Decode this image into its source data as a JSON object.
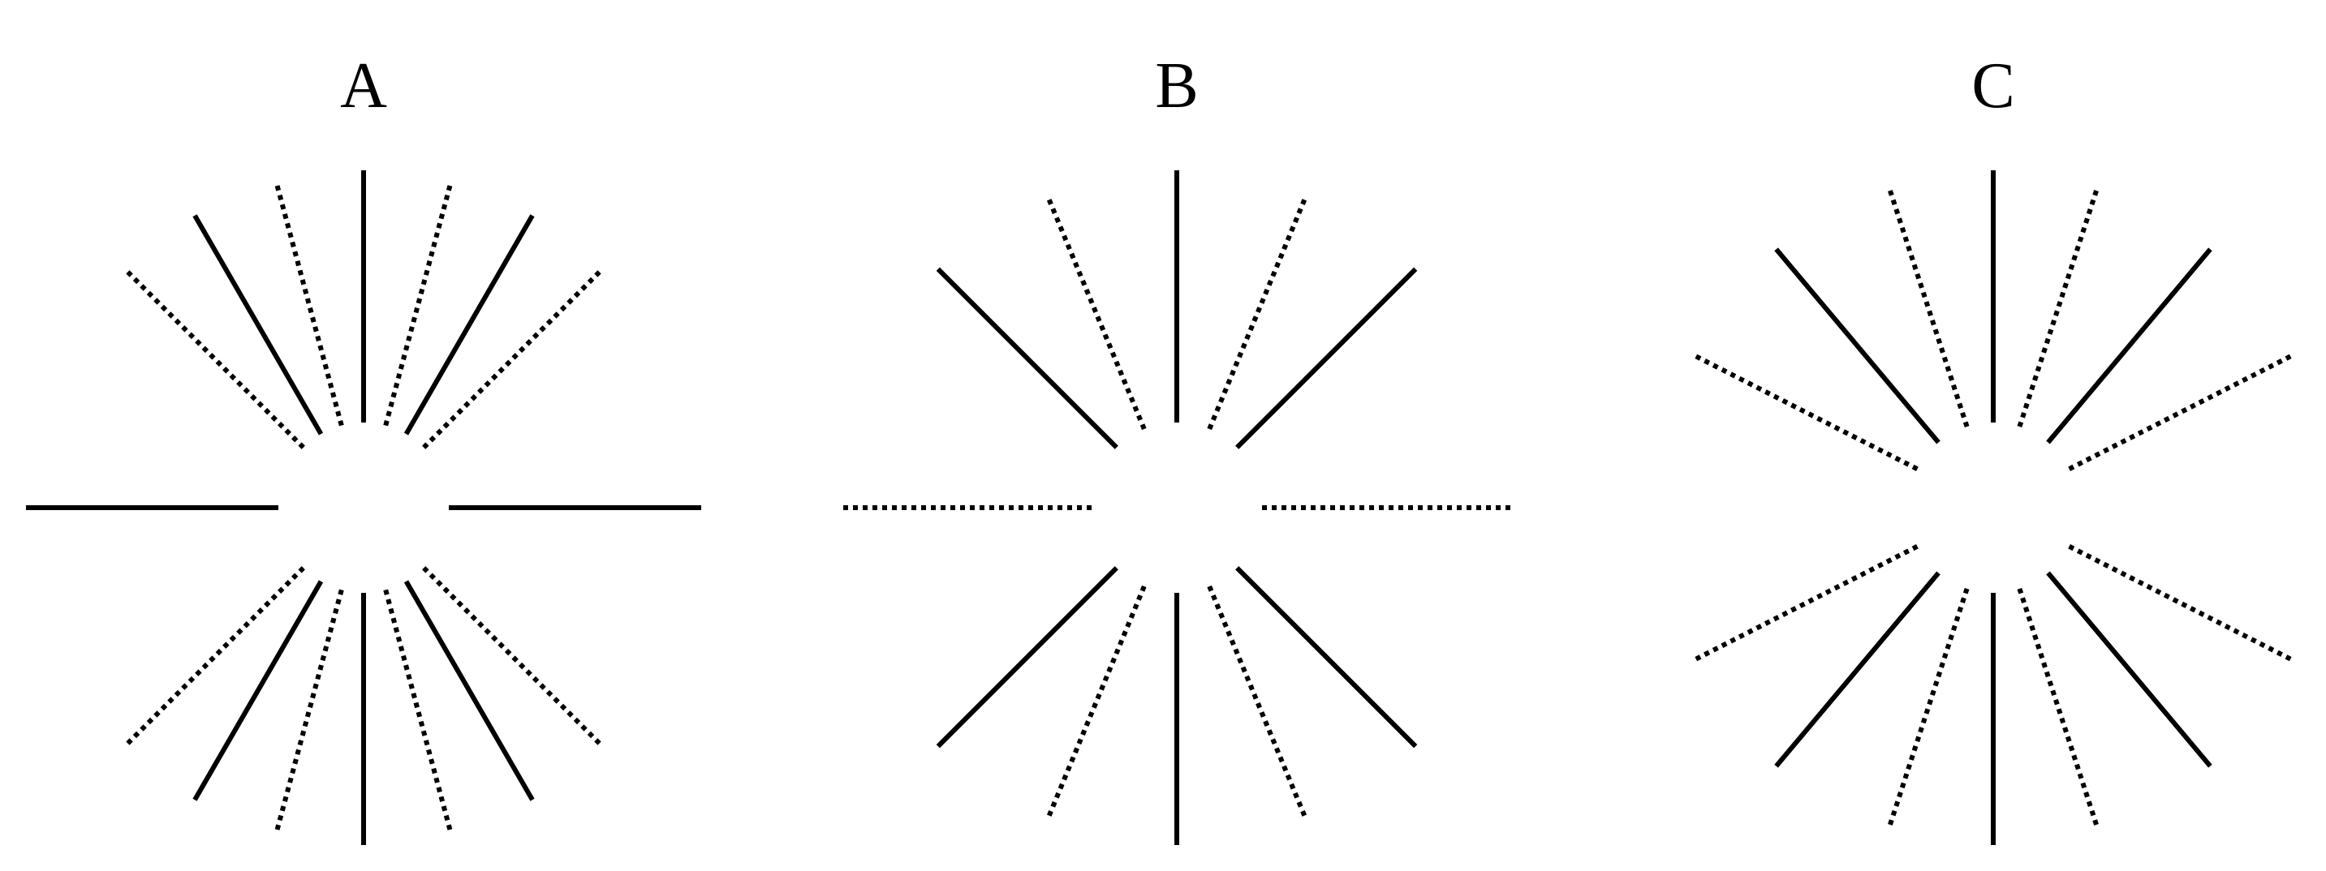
{
  "figure": {
    "background": "#ffffff",
    "stroke_color": "#000000",
    "line_styles": [
      "solid",
      "dotted"
    ]
  },
  "panels": [
    {
      "label": "A",
      "rays": [
        {
          "angle_deg": 0,
          "style": "solid"
        },
        {
          "angle_deg": 45,
          "style": "dotted"
        },
        {
          "angle_deg": 60,
          "style": "solid"
        },
        {
          "angle_deg": 75,
          "style": "dotted"
        },
        {
          "angle_deg": 90,
          "style": "solid"
        },
        {
          "angle_deg": 105,
          "style": "dotted"
        },
        {
          "angle_deg": 120,
          "style": "solid"
        },
        {
          "angle_deg": 135,
          "style": "dotted"
        },
        {
          "angle_deg": 180,
          "style": "solid"
        },
        {
          "angle_deg": 225,
          "style": "dotted"
        },
        {
          "angle_deg": 240,
          "style": "solid"
        },
        {
          "angle_deg": 255,
          "style": "dotted"
        },
        {
          "angle_deg": 270,
          "style": "solid"
        },
        {
          "angle_deg": 285,
          "style": "dotted"
        },
        {
          "angle_deg": 300,
          "style": "solid"
        },
        {
          "angle_deg": 315,
          "style": "dotted"
        }
      ]
    },
    {
      "label": "B",
      "rays": [
        {
          "angle_deg": 0,
          "style": "dotted"
        },
        {
          "angle_deg": 45,
          "style": "solid"
        },
        {
          "angle_deg": 67.5,
          "style": "dotted"
        },
        {
          "angle_deg": 90,
          "style": "solid"
        },
        {
          "angle_deg": 112.5,
          "style": "dotted"
        },
        {
          "angle_deg": 135,
          "style": "solid"
        },
        {
          "angle_deg": 180,
          "style": "dotted"
        },
        {
          "angle_deg": 225,
          "style": "solid"
        },
        {
          "angle_deg": 247.5,
          "style": "dotted"
        },
        {
          "angle_deg": 270,
          "style": "solid"
        },
        {
          "angle_deg": 292.5,
          "style": "dotted"
        },
        {
          "angle_deg": 315,
          "style": "solid"
        }
      ]
    },
    {
      "label": "C",
      "rays": [
        {
          "angle_deg": 27,
          "style": "dotted"
        },
        {
          "angle_deg": 50,
          "style": "solid"
        },
        {
          "angle_deg": 72,
          "style": "dotted"
        },
        {
          "angle_deg": 90,
          "style": "solid"
        },
        {
          "angle_deg": 108,
          "style": "dotted"
        },
        {
          "angle_deg": 130,
          "style": "solid"
        },
        {
          "angle_deg": 153,
          "style": "dotted"
        },
        {
          "angle_deg": 207,
          "style": "dotted"
        },
        {
          "angle_deg": 230,
          "style": "solid"
        },
        {
          "angle_deg": 252,
          "style": "dotted"
        },
        {
          "angle_deg": 270,
          "style": "solid"
        },
        {
          "angle_deg": 288,
          "style": "dotted"
        },
        {
          "angle_deg": 310,
          "style": "solid"
        },
        {
          "angle_deg": 333,
          "style": "dotted"
        }
      ]
    }
  ]
}
